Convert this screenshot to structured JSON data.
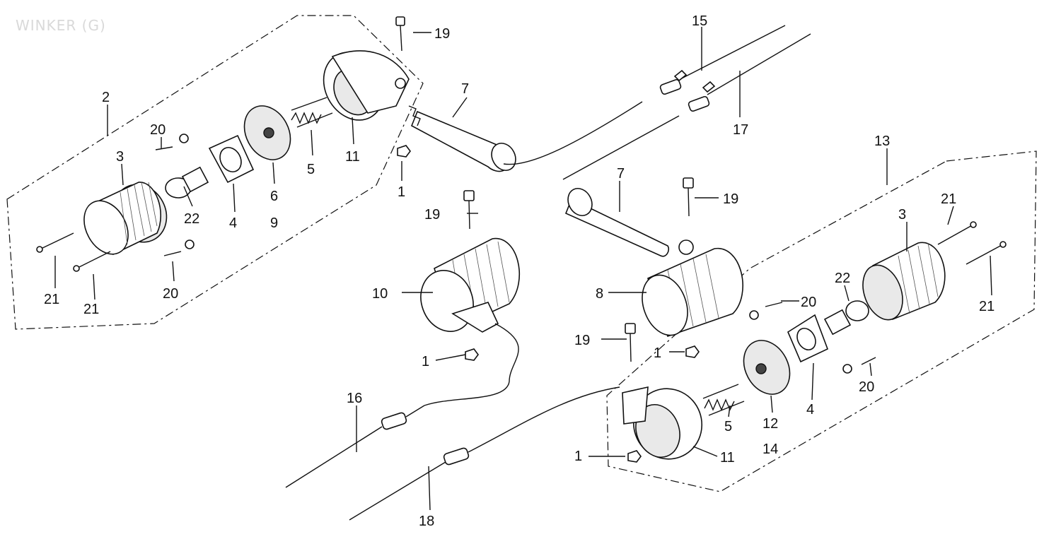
{
  "title": "WINKER (G)",
  "callouts": {
    "c2": "2",
    "c3a": "3",
    "c20a": "20",
    "c22a": "22",
    "c4a": "4",
    "c6": "6",
    "c9": "9",
    "c5a": "5",
    "c11a": "11",
    "c7a": "7",
    "c19a": "19",
    "c1a": "1",
    "c21a": "21",
    "c21b": "21",
    "c20b": "20",
    "c15": "15",
    "c17": "17",
    "c13": "13",
    "c7b": "7",
    "c19b": "19",
    "c19c": "19",
    "c3b": "3",
    "c21c": "21",
    "c21d": "21",
    "c10": "10",
    "c8": "8",
    "c20c": "20",
    "c22b": "22",
    "c1b": "1",
    "c19d": "19",
    "c1c": "1",
    "c20d": "20",
    "c16": "16",
    "c5b": "5",
    "c12": "12",
    "c4b": "4",
    "c14": "14",
    "c11b": "11",
    "c1d": "1",
    "c18": "18"
  }
}
